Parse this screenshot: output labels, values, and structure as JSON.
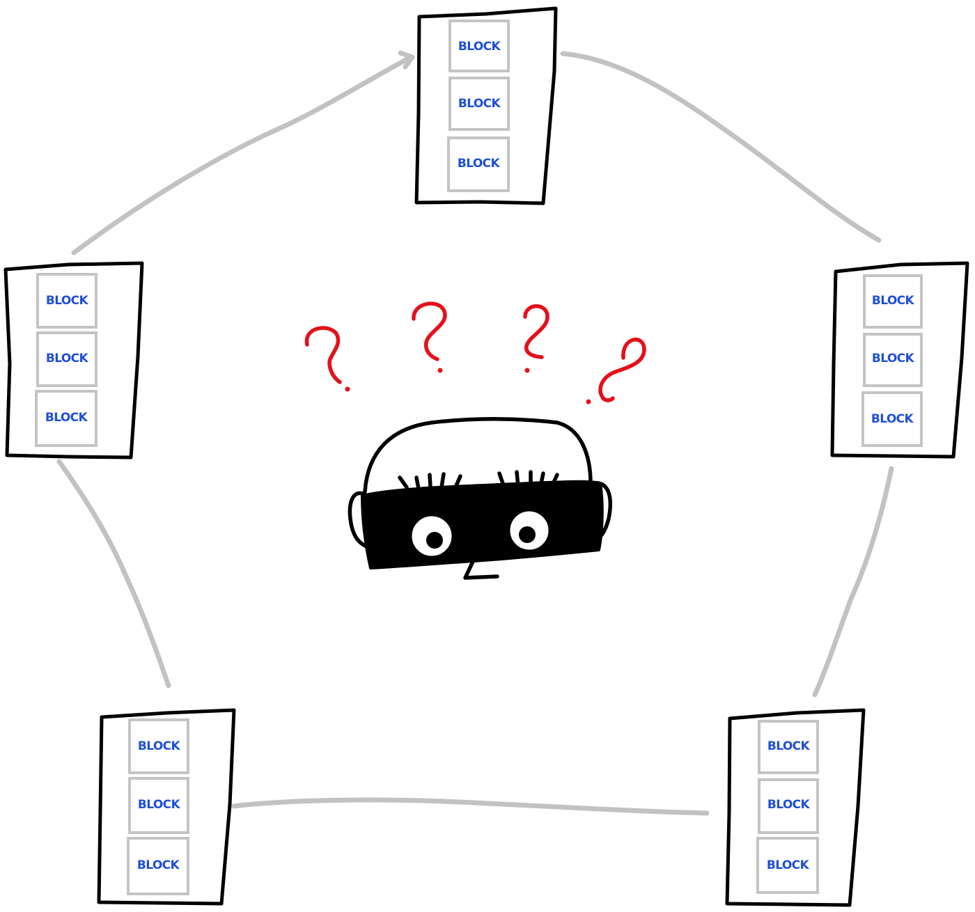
{
  "diagram": {
    "nodes": [
      {
        "id": "node-top",
        "blocks": [
          "BLOCK",
          "BLOCK",
          "BLOCK"
        ]
      },
      {
        "id": "node-left",
        "blocks": [
          "BLOCK",
          "BLOCK",
          "BLOCK"
        ]
      },
      {
        "id": "node-right",
        "blocks": [
          "BLOCK",
          "BLOCK",
          "BLOCK"
        ]
      },
      {
        "id": "node-bottom-left",
        "blocks": [
          "BLOCK",
          "BLOCK",
          "BLOCK"
        ]
      },
      {
        "id": "node-bottom-right",
        "blocks": [
          "BLOCK",
          "BLOCK",
          "BLOCK"
        ]
      }
    ],
    "edges": [
      {
        "from": "node-left",
        "to": "node-top",
        "arrow": true
      },
      {
        "from": "node-top",
        "to": "node-right",
        "arrow": false
      },
      {
        "from": "node-right",
        "to": "node-bottom-right",
        "arrow": false
      },
      {
        "from": "node-bottom-right",
        "to": "node-bottom-left",
        "arrow": false
      },
      {
        "from": "node-bottom-left",
        "to": "node-left",
        "arrow": false
      }
    ],
    "center_figure": {
      "icon": "masked-thief-icon",
      "question_marks": 4
    },
    "colors": {
      "block_text": "#1f4fd6",
      "edge": "#c2c2c2",
      "question_marks": "#e4101a",
      "ink": "#000000"
    }
  }
}
